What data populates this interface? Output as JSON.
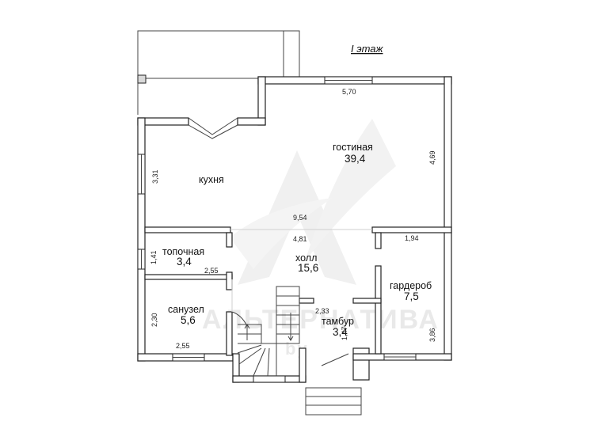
{
  "title": "I этаж",
  "rooms": [
    {
      "name": "гостиная",
      "area": "39,4"
    },
    {
      "name": "кухня",
      "area": ""
    },
    {
      "name": "топочная",
      "area": "3,4"
    },
    {
      "name": "холл",
      "area": "15,6"
    },
    {
      "name": "санузел",
      "area": "5,6"
    },
    {
      "name": "тамбур",
      "area": "3,4"
    },
    {
      "name": "гардероб",
      "area": "7,5"
    }
  ],
  "dimensions": {
    "top_width": "5,70",
    "living_height": "4,69",
    "kitchen_height": "3,31",
    "total_width": "9,54",
    "hall_width": "4,81",
    "wardrobe_width": "1,94",
    "boiler_height": "1,41",
    "boiler_width": "2,55",
    "bath_height": "2,30",
    "bath_width": "2,55",
    "vestibule_width": "2,33",
    "vestibule_height": "1,47",
    "wardrobe_height": "3,86"
  },
  "watermark": {
    "text": "АЛЬТЕРНАТИВА",
    "subtext": "by"
  }
}
